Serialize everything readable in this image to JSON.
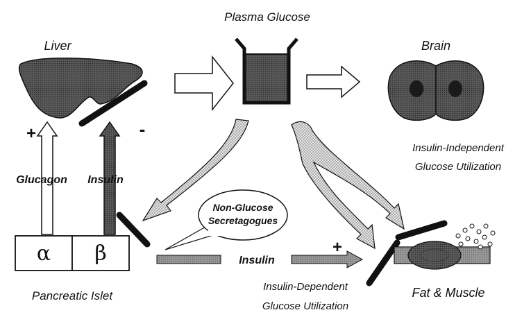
{
  "labels": {
    "plasma_glucose": "Plasma Glucose",
    "liver": "Liver",
    "brain": "Brain",
    "insulin_independent_1": "Insulin-Independent",
    "insulin_independent_2": "Glucose Utilization",
    "glucagon": "Glucagon",
    "insulin_vertical": "Insulin",
    "non_glucose_1": "Non-Glucose",
    "non_glucose_2": "Secretagogues",
    "alpha": "α",
    "beta": "β",
    "pancreatic_islet": "Pancreatic Islet",
    "insulin_horizontal": "Insulin",
    "insulin_dependent_1": "Insulin-Dependent",
    "insulin_dependent_2": "Glucose Utilization",
    "fat_muscle": "Fat & Muscle"
  },
  "signs": {
    "glucagon_effect": "+",
    "insulin_effect_liver": "-",
    "insulin_effect_muscle": "+"
  }
}
